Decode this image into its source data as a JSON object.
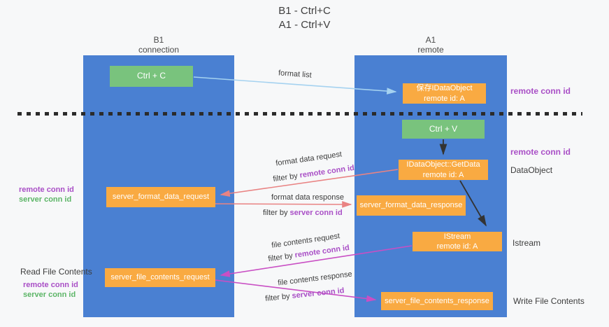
{
  "title": {
    "line1": "B1 - Ctrl+C",
    "line2": "A1 - Ctrl+V"
  },
  "columns": {
    "left": {
      "name": "B1",
      "role": "connection"
    },
    "right": {
      "name": "A1",
      "role": "remote"
    }
  },
  "boxes": {
    "ctrl_c": {
      "label": "Ctrl + C"
    },
    "ctrl_v": {
      "label": "Ctrl + V"
    },
    "save_idataobject": {
      "line1": "保存IDataObject",
      "line2": "remote id: A"
    },
    "getdata": {
      "line1": "IDataObject::GetData",
      "line2": "remote id: A"
    },
    "istream": {
      "line1": "IStream",
      "line2": "remote id: A"
    },
    "server_format_data_request": {
      "label": "server_format_data_request"
    },
    "server_format_data_response": {
      "label": "server_format_data_response"
    },
    "server_file_contents_request": {
      "label": "server_file_contents_request"
    },
    "server_file_contents_response": {
      "label": "server_file_contents_response"
    }
  },
  "flow_labels": {
    "format_list": "format list",
    "format_data_request": "format data request",
    "format_data_response": "format data response",
    "file_contents_request": "file contents request",
    "file_contents_response": "file contents response",
    "filter_by": "filter by",
    "remote_conn_id": "remote conn id",
    "server_conn_id": "server conn id"
  },
  "annotations": {
    "remote_conn_id": "remote conn id",
    "server_conn_id": "server conn id",
    "dataobject": "DataObject",
    "istream": "Istream",
    "read_file_contents": "Read File Contents",
    "write_file_contents": "Write File Contents"
  },
  "colors": {
    "column_blue": "#4a80d2",
    "box_orange": "#f9aa42",
    "box_green": "#79c37d",
    "arrow_lightblue": "#a5d2f0",
    "arrow_salmon": "#e98383",
    "arrow_magenta": "#c94fc4",
    "arrow_black": "#333333",
    "text_purple": "#a94fc6",
    "text_green": "#5cb567",
    "divider_black": "#2b2b2b"
  }
}
